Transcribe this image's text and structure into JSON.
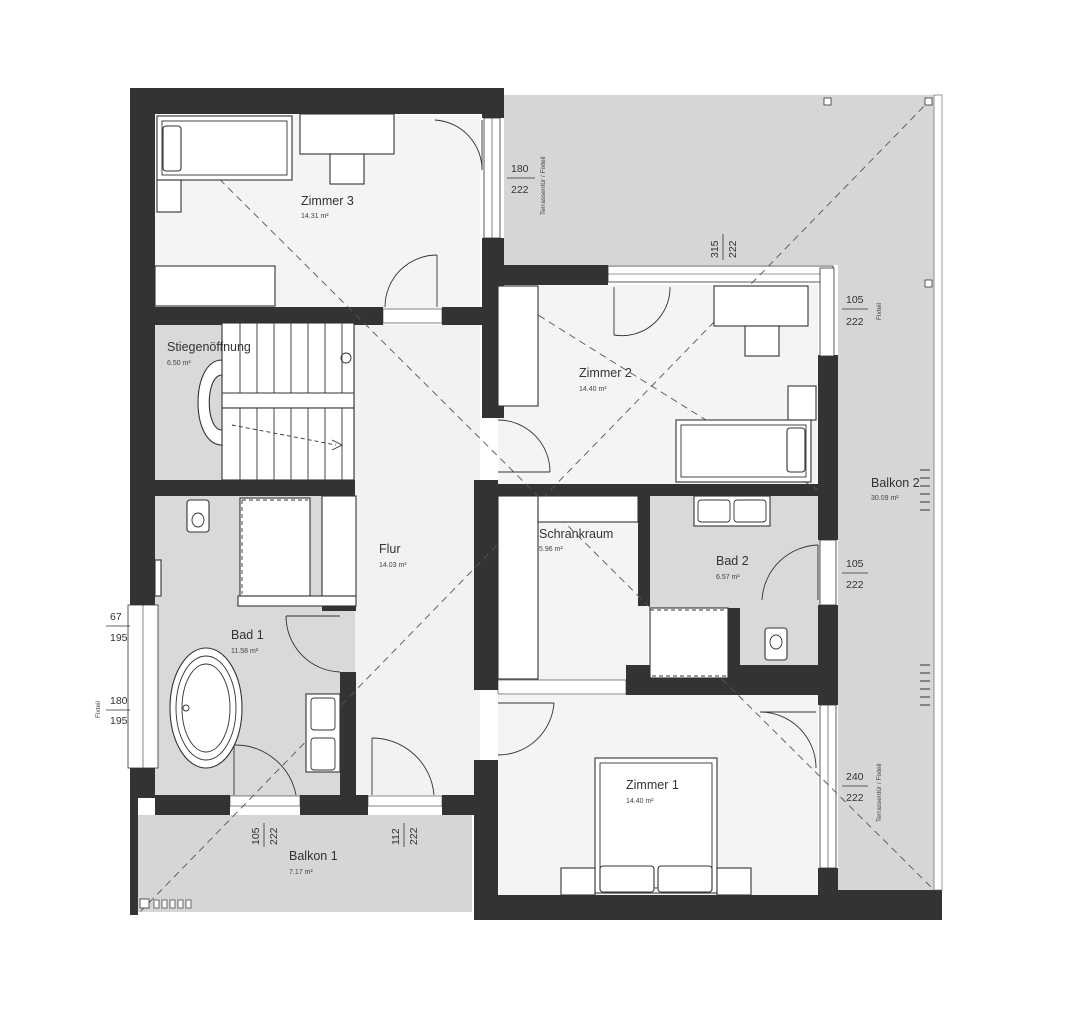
{
  "rooms": {
    "zimmer3": {
      "name": "Zimmer 3",
      "area": "14.31 m²"
    },
    "stiegen": {
      "name": "Stiegenöffnung",
      "area": "6.50 m²"
    },
    "zimmer2": {
      "name": "Zimmer 2",
      "area": "14.40 m²"
    },
    "flur": {
      "name": "Flur",
      "area": "14.03 m²"
    },
    "schrank": {
      "name": "Schrankraum",
      "area": "5.96 m²"
    },
    "bad2": {
      "name": "Bad 2",
      "area": "6.57 m²"
    },
    "bad1": {
      "name": "Bad 1",
      "area": "11.58 m²"
    },
    "zimmer1": {
      "name": "Zimmer 1",
      "area": "14.40 m²"
    },
    "balkon1": {
      "name": "Balkon 1",
      "area": "7.17 m²"
    },
    "balkon2": {
      "name": "Balkon 2",
      "area": "30.09 m²"
    }
  },
  "openings": {
    "o180a": {
      "w": "180",
      "h": "222",
      "note": "Terrassentür / Fixteil"
    },
    "o315": {
      "w": "315",
      "h": "222"
    },
    "o105a": {
      "w": "105",
      "h": "222",
      "note": "Fixteil"
    },
    "o105b": {
      "w": "105",
      "h": "222"
    },
    "o240": {
      "w": "240",
      "h": "222",
      "note": "Terrassentür / Fixteil"
    },
    "o67": {
      "w": "67",
      "h": "195"
    },
    "o180b": {
      "w": "180",
      "h": "195",
      "note": "Fixteil"
    },
    "o105c": {
      "w": "105",
      "h": "222"
    },
    "o112": {
      "w": "112",
      "h": "222"
    }
  }
}
